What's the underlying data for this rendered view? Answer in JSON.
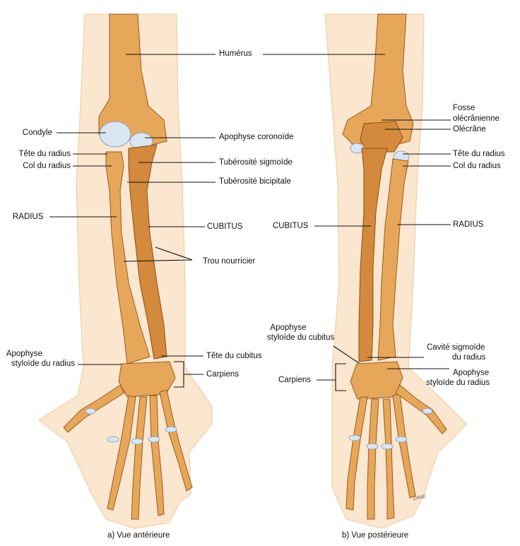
{
  "labels": {
    "humerus": "Humérus",
    "condyle": "Condyle",
    "tete_radius_a": "Tête du radius",
    "col_radius_a": "Col du radius",
    "apophyse_coronoide": "Apophyse coronoïde",
    "tuberosite_sigmoide": "Tubérosité sigmoïde",
    "tuberosite_bicipitale": "Tubérosité bicipitale",
    "radius_a": "RADIUS",
    "cubitus_a": "CUBITUS",
    "trou_nourricier": "Trou nourricier",
    "apophyse_styloide_radius_a_1": "Apophyse",
    "apophyse_styloide_radius_a_2": "styloïde du radius",
    "tete_cubitus": "Tête du cubitus",
    "carpiens_a": "Carpiens",
    "fosse_1": "Fosse",
    "fosse_2": "olécrânienne",
    "olecrane": "Olécrâne",
    "tete_radius_b": "Tête du radius",
    "col_radius_b": "Col du radius",
    "cubitus_b": "CUBITUS",
    "radius_b": "RADIUS",
    "apophyse_styloide_cubitus_1": "Apophyse",
    "apophyse_styloide_cubitus_2": "styloïde du cubitus",
    "cavite_sigmoide_1": "Cavité sigmoïde",
    "cavite_sigmoide_2": "du radius",
    "carpiens_b": "Carpiens",
    "apophyse_styloide_radius_b_1": "Apophyse",
    "apophyse_styloide_radius_b_2": "styloïde du radius"
  },
  "captions": {
    "anterior": "a) Vue antérieure",
    "posterior": "b) Vue postérieure"
  },
  "signature": "ZANE",
  "colors": {
    "bone": "#e7a75a",
    "bone_outline": "#9a5a1c",
    "cartilage": "#d9e6f2",
    "skin": "#fbe6cf"
  }
}
